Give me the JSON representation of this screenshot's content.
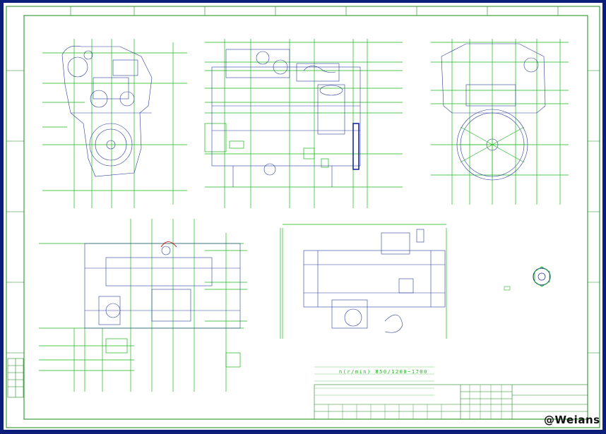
{
  "watermark": "@Weians",
  "spec_line": "n(r/min)    850/1200~1700",
  "colors": {
    "background": "#0b1f7a",
    "sheet": "#ffffff",
    "dimension_lines": "#18b818",
    "outline": "#1a8a1a",
    "drawing_detail": "#2a3a9c",
    "highlight": "#d00000"
  },
  "icons": [
    "title-block",
    "revision-table",
    "front-view",
    "side-view",
    "rear-view",
    "top-view",
    "plan-view",
    "flange-detail"
  ]
}
